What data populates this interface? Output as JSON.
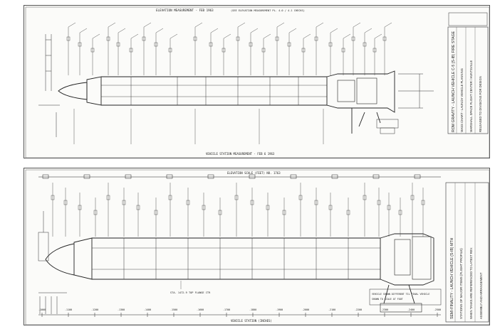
{
  "top_sheet": {
    "header_title": "ELEVATION MEASUREMENT - FEB 1963",
    "header_note": "(SEE ELEVATION MEASUREMENT PL. 4.0 / 4.1 CHECKS)",
    "footer_title": "VEHICLE STATION MEASUREMENT - FEB 6 1963",
    "title_block_lines": [
      "ROM GRAVITY - LAUNCH VEHICLE C-5 (S-IB) FIRE STAGE",
      "MASS CHART - LAUNCH VEHICLE PLANNING",
      "MARSHALL SPACE FLIGHT CENTER / HUNTSVILLE",
      "RELEASED TO DIVISIONS FOR DESIGN"
    ]
  },
  "bottom_sheet": {
    "header_title": "ELEVATION SCALE (FEET) NO. 1763",
    "footer_title": "VEHICLE STATION (INCHES)",
    "title_block_lines": [
      "SEMI-FINALITY - LAUNCH VEHICLE (S-IB) MTH",
      "STATIONS OF MAJOR ITEMS (FLIGHT PROFILE)",
      "WHEN TANKS ARE REFERENCED TO LATEST REV.",
      "ASSEMBLY AND ARRANGEMENT"
    ],
    "note_lines": [
      "VEHICLE SHOWN DIFFERENT TIL FINAL VEHICLE",
      "SHOWN TO SCALE AT FOOT"
    ],
    "midbody_callout": "STA. 1472.9 TOP FLANGE CTR",
    "station_scale": [
      "-1000",
      "-1100",
      "-1200",
      "-1300",
      "-1400",
      "-1500",
      "-1600",
      "-1700",
      "-1800",
      "-1900",
      "-2000",
      "-2100",
      "-2200",
      "-2300",
      "-2400",
      "-2500"
    ]
  }
}
